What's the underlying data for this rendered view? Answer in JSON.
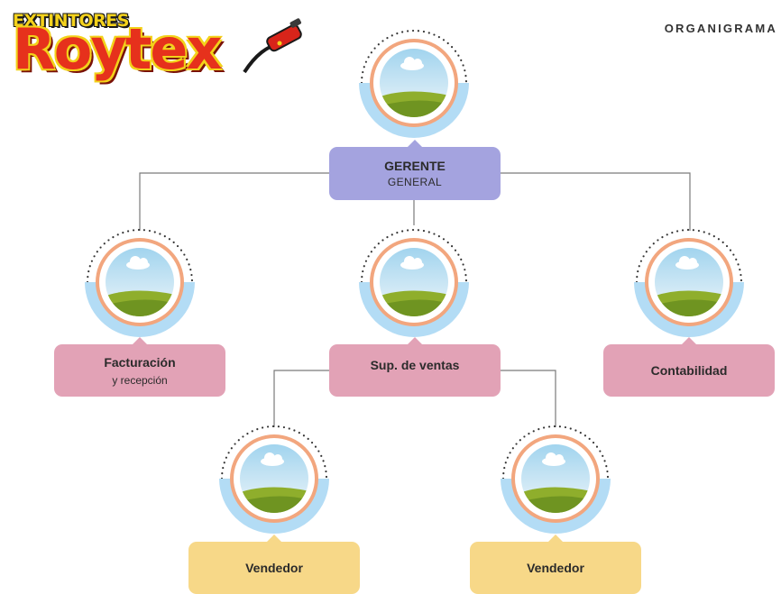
{
  "logo": {
    "line1": "EXTINTORES",
    "line2": "Roytex"
  },
  "page": {
    "title": "ORGANIGRAMA"
  },
  "colors": {
    "manager_box": "#a4a3df",
    "supervisor_box": "#e2a2b6",
    "seller_box": "#f7d888",
    "avatar_ring": "#f2a67e",
    "avatar_cup": "#b3dcf5",
    "connector": "#7a7a7a"
  },
  "nodes": {
    "gerente": {
      "title": "GERENTE",
      "subtitle": "GENERAL"
    },
    "facturacion": {
      "title": "Facturación",
      "subtitle": "y recepción"
    },
    "supervisor": {
      "title": "Sup. de ventas"
    },
    "contabilidad": {
      "title": "Contabilidad"
    },
    "vendedor_1": {
      "title": "Vendedor"
    },
    "vendedor_2": {
      "title": "Vendedor"
    }
  },
  "avatar_icon": "landscape-placeholder-icon"
}
